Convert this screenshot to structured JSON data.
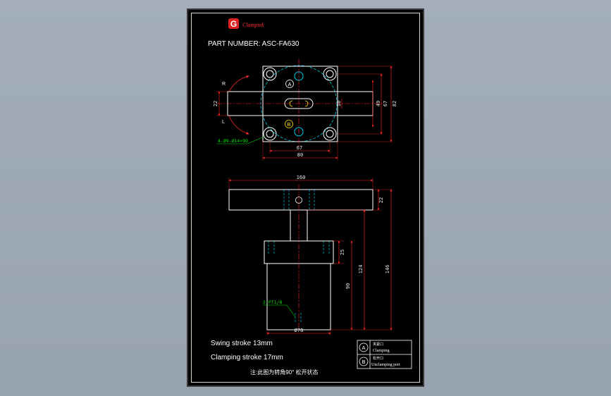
{
  "logo": {
    "mark": "G",
    "text": "Clamptek"
  },
  "part_number": "PART NUMBER:  ASC-FA630",
  "top_view": {
    "port_a": "A",
    "port_b": "B",
    "rotation_r": "R",
    "rotation_l": "L",
    "hole_callout": "4-Ø9-Ø14×9D",
    "dims": {
      "w67": "67",
      "w80": "80",
      "h22": "22",
      "h10": "10",
      "h49": "49",
      "h67": "67",
      "h82": "82"
    }
  },
  "front_view": {
    "dims": {
      "w160": "160",
      "h22": "22",
      "h25": "25",
      "h124": "124",
      "h146": "146",
      "h90": "90",
      "d78": "Ø78"
    },
    "port_callout": "2-PT1/8"
  },
  "notes": {
    "swing": "Swing stroke 13mm",
    "clamping": "Clamping stroke 17mm",
    "chinese": "注:此图为转角90° 松开状态"
  },
  "legend": [
    {
      "symbol": "A",
      "cn": "夹紧口",
      "en": "Clamping"
    },
    {
      "symbol": "B",
      "cn": "松开口",
      "en": "Unclamping port"
    }
  ],
  "colors": {
    "sheet": "#000000",
    "outline": "#ffffff",
    "dimension": "#ff2a2a",
    "hidden": "#00c8e6",
    "callout": "#00e000",
    "text": "#ffffff"
  }
}
